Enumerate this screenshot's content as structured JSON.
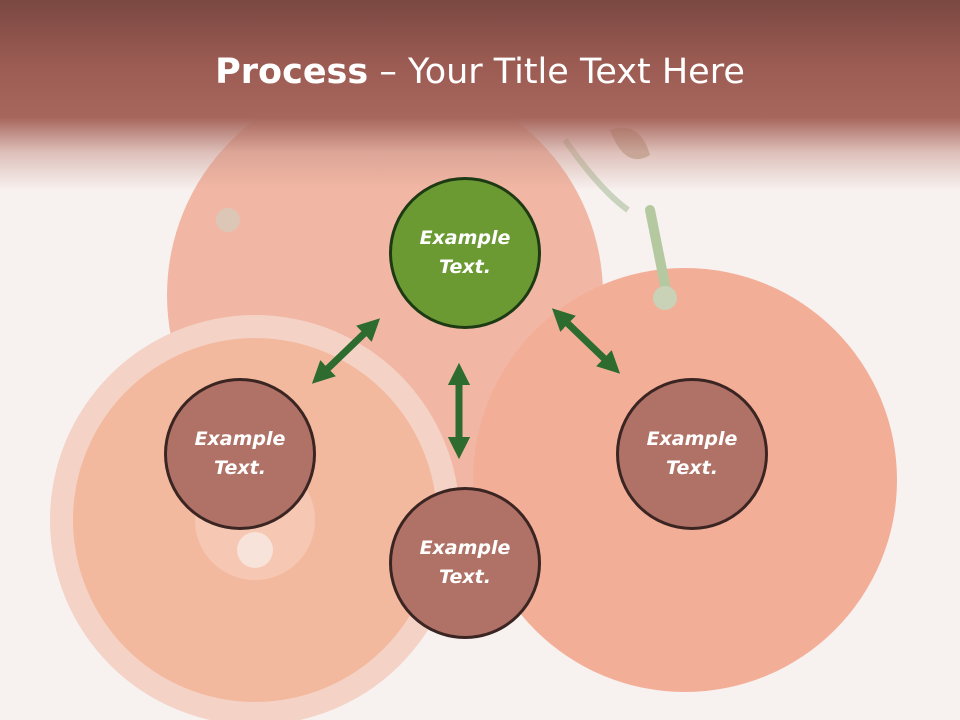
{
  "slide": {
    "title_bold": "Process",
    "title_rest": " – Your Title Text Here"
  },
  "colors": {
    "header": "#a7675d",
    "center_node": "#6b9a33",
    "outer_node": "#b07266",
    "arrow": "#2e6b2e"
  },
  "nodes": [
    {
      "id": "top",
      "label": "Example\nText."
    },
    {
      "id": "left",
      "label": "Example\nText."
    },
    {
      "id": "right",
      "label": "Example\nText."
    },
    {
      "id": "bottom",
      "label": "Example\nText."
    }
  ],
  "node_labels": {
    "top_line1": "Example",
    "top_line2": "Text.",
    "left_line1": "Example",
    "left_line2": "Text.",
    "right_line1": "Example",
    "right_line2": "Text.",
    "bottom_line1": "Example",
    "bottom_line2": "Text."
  },
  "edges": [
    {
      "from": "top",
      "to": "left",
      "style": "double-arrow"
    },
    {
      "from": "top",
      "to": "right",
      "style": "double-arrow"
    },
    {
      "from": "top",
      "to": "bottom",
      "style": "double-arrow"
    }
  ]
}
